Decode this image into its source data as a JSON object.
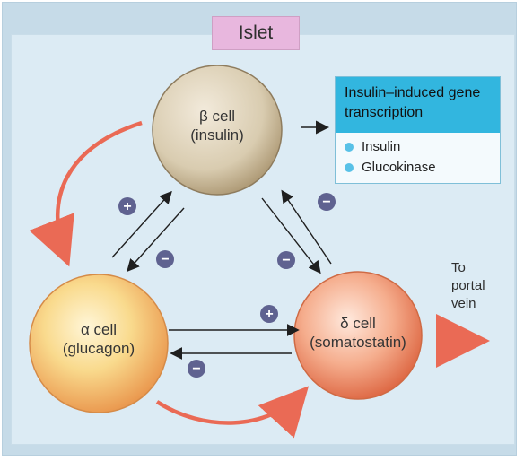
{
  "diagram": {
    "islet_label": "Islet",
    "beta_cell": {
      "symbol": "β",
      "title": "β cell",
      "hormone": "(insulin)"
    },
    "alpha_cell": {
      "title": "α cell",
      "hormone": "(glucagon)"
    },
    "delta_cell": {
      "title": "δ cell",
      "hormone": "(somatostatin)"
    },
    "gene_box": {
      "title": "Insulin–induced gene transcription",
      "items": [
        "Insulin",
        "Glucokinase"
      ]
    },
    "portal_vein": {
      "line1": "To",
      "line2": "portal",
      "line3": "vein"
    },
    "signs": {
      "plus": "+",
      "minus": "−"
    },
    "colors": {
      "beta_fill": "#d8ccb2",
      "alpha_fill": "#f8c774",
      "delta_fill": "#f3a07f",
      "gene_header": "#32b6df",
      "accent_arrow": "#ea6a55",
      "sign_bubble": "#5f6290"
    }
  }
}
